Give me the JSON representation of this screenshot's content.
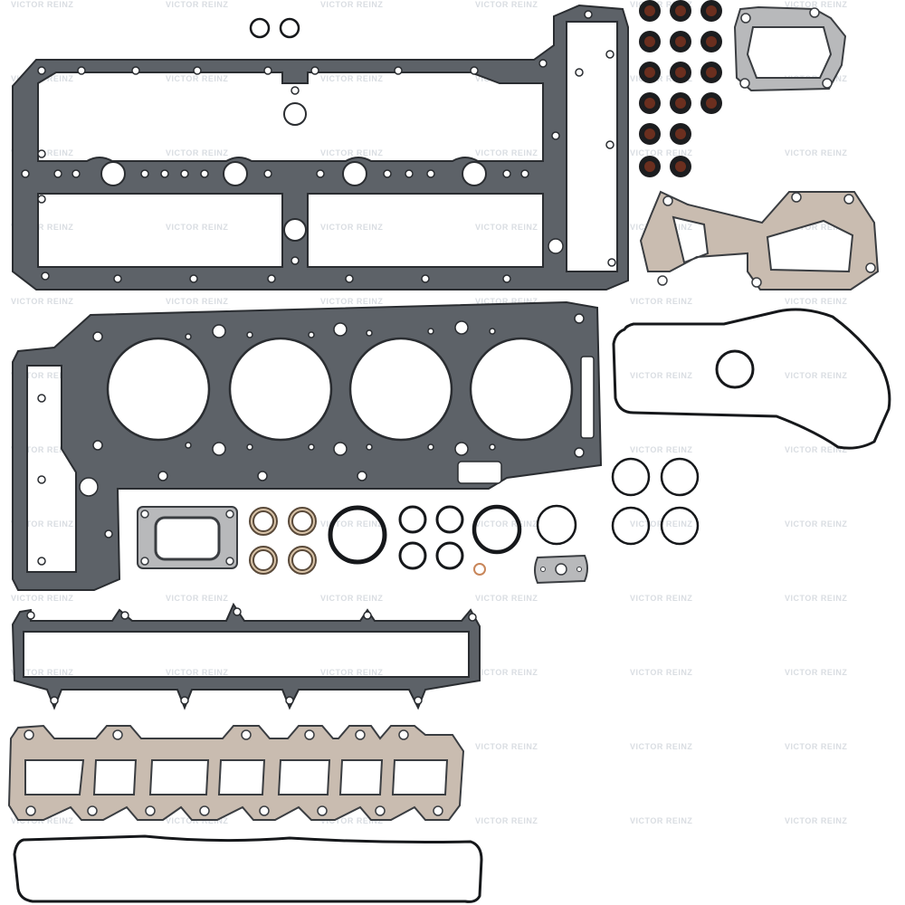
{
  "watermark": {
    "brand_text": "VICTOR REINZ"
  },
  "parts": {
    "valve_cover_gasket": "valve cover gasket",
    "cylinder_head_gasket": "cylinder head gasket",
    "intake_manifold_gasket": "intake manifold gasket",
    "exhaust_manifold_gasket": "exhaust manifold gasket",
    "oil_pan_seal": "rubber seal",
    "timing_cover_seal": "timing cover seal",
    "turbo_gasket": "turbo flange gasket",
    "egr_gasket": "egr gasket",
    "valve_stem_seals": "valve stem seals",
    "o_rings": "o-rings"
  },
  "colors": {
    "gasket_steel": "#5d6268",
    "gasket_edge": "#2f3338",
    "fiber": "#c9bcb0",
    "seal_black": "#16181b",
    "stem_seal": "#6b2f1f",
    "copper": "#c8865a"
  }
}
